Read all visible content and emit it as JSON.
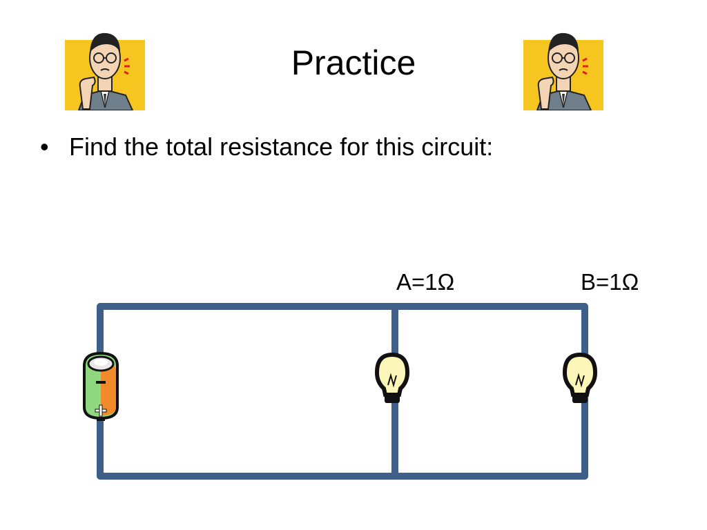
{
  "slide": {
    "title": "Practice",
    "bullet": "Find the total resistance for this circuit:",
    "bullet_symbol": "•"
  },
  "circuit": {
    "resistor_a_label": "A=1Ω",
    "resistor_b_label": "B=1Ω",
    "wire_color": "#3d5f8a"
  },
  "icons": {
    "clipart": "thinking-man-icon",
    "battery": "battery-icon",
    "bulb": "light-bulb-icon"
  }
}
